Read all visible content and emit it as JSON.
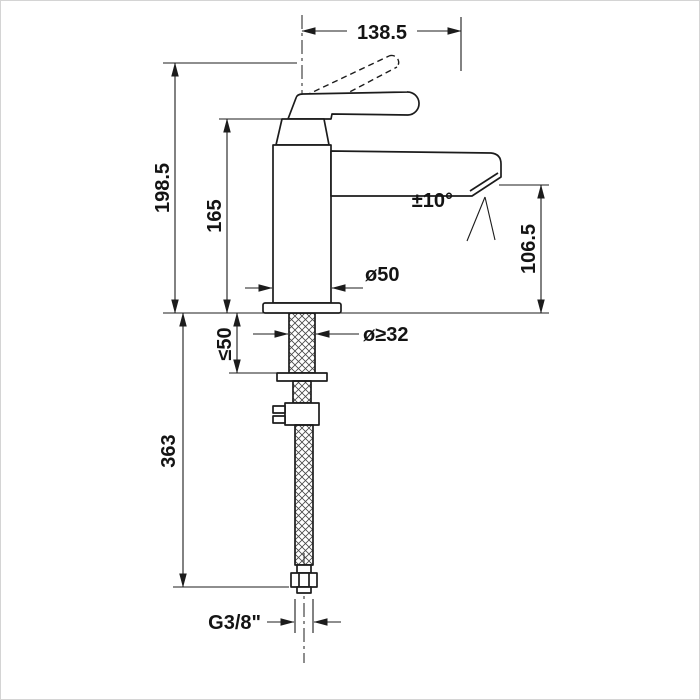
{
  "drawing": {
    "line_color": "#1c1c1c",
    "background": "#ffffff",
    "dimensions": {
      "reach": "138.5",
      "total_height": "198.5",
      "body_height": "165",
      "outlet_height": "106.5",
      "angle": "±10°",
      "base_diameter": "ø50",
      "hole_diameter": "ø≥32",
      "deck_thickness": "≤50",
      "hose_length": "363",
      "thread": "G3/8\""
    }
  }
}
